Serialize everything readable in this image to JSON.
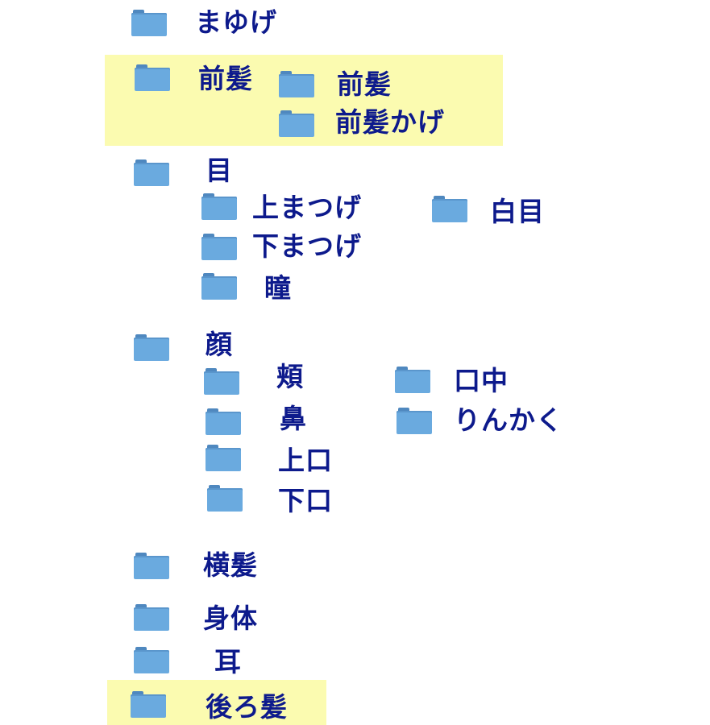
{
  "tree": {
    "mayuge": "まゆげ",
    "maegami": {
      "label": "前髪",
      "children": [
        "前髪",
        "前髪かげ"
      ]
    },
    "me": {
      "label": "目",
      "children": [
        "上まつげ",
        "下まつげ",
        "瞳",
        "白目"
      ]
    },
    "kao": {
      "label": "顔",
      "children": [
        "頬",
        "鼻",
        "上口",
        "下口",
        "口中",
        "りんかく"
      ]
    },
    "yokogami": "横髪",
    "shintai": "身体",
    "mimi": "耳",
    "ushirogami": "後ろ髪"
  },
  "colors": {
    "text": "#0d1a8c",
    "folder": "#6aaadf",
    "highlight": "#fbfbb0"
  }
}
